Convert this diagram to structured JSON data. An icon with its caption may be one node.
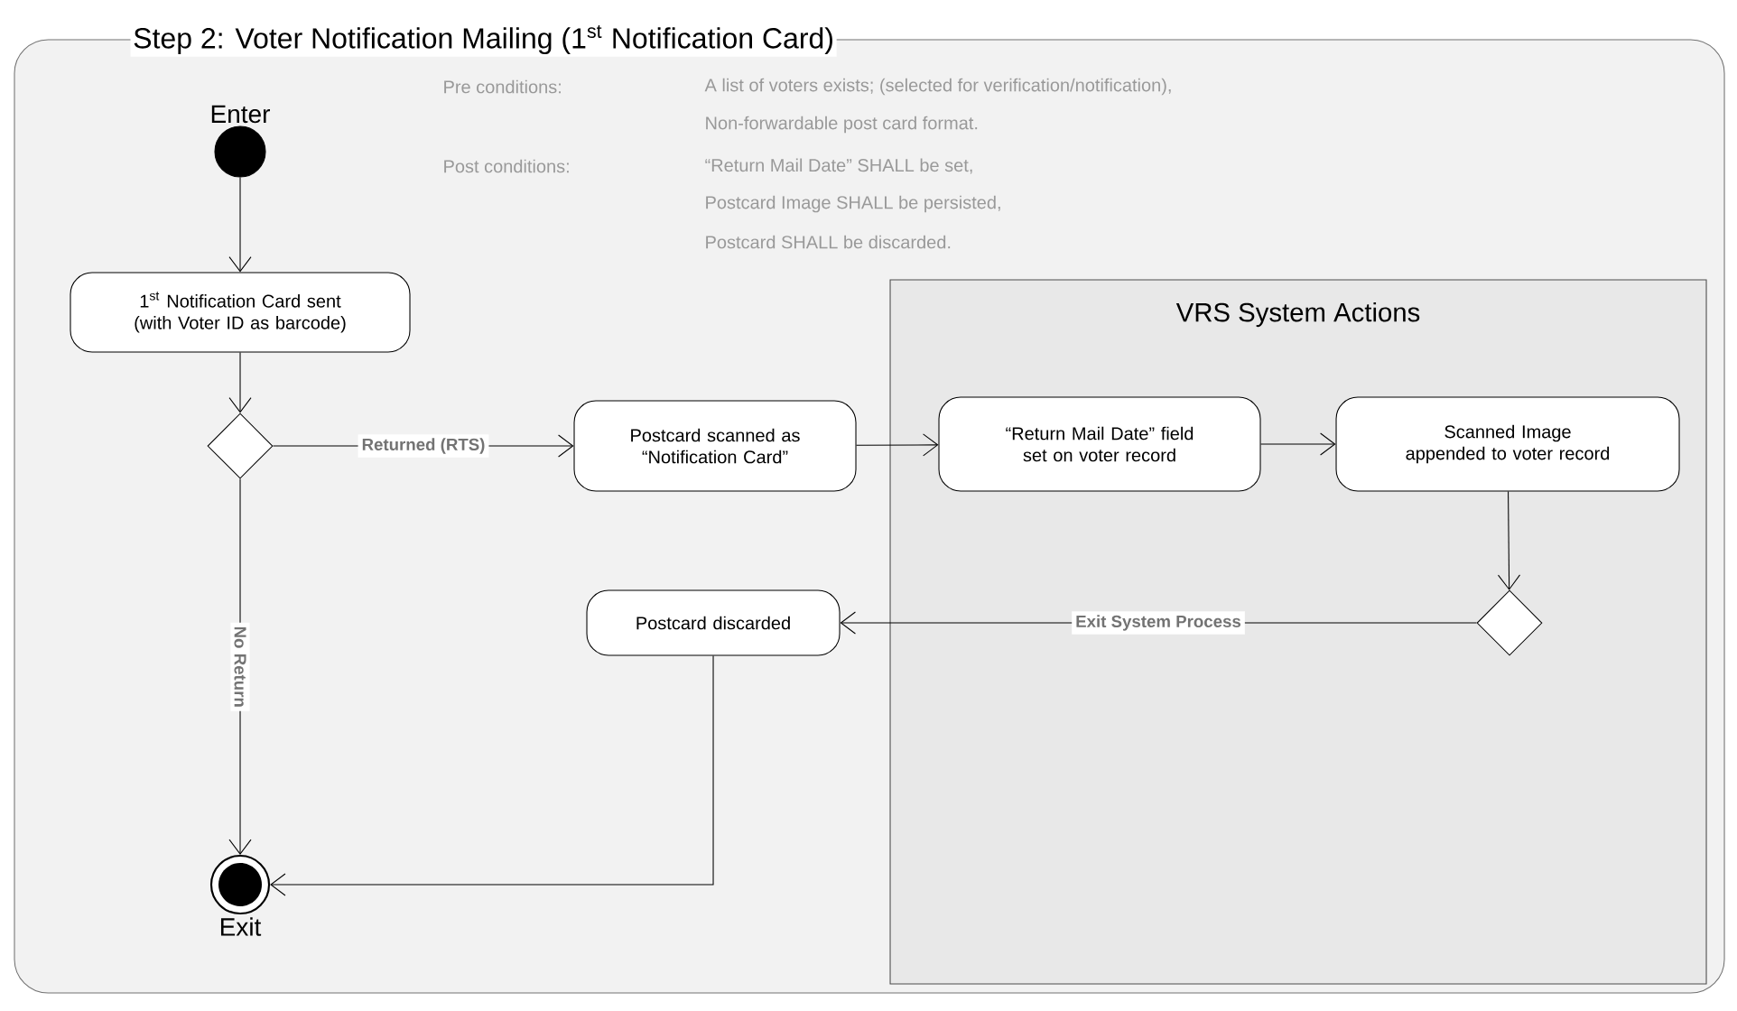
{
  "diagram": {
    "title": "Step 2:  Voter Notification Mailing (1$^{st}$ Notification Card)",
    "nodes": [
      {
        "text": [
          "Enter"
        ]
      },
      {
        "text": [
          "1$^{st}$ Notification Card sent (with Voter ID as barcode)"
        ]
      },
      {
        "text": [],
        "shape": "diamond"
      },
      {
        "text": [
          "Postcard scanned as “Notification Card”"
        ]
      },
      {
        "text": [
          "VRS System Actions"
        ]
      },
      {
        "text": [
          "“Return Mail Date” field set on voter record"
        ],
        "in": 4
      },
      {
        "text": [
          "Scanned Image appended to voter record"
        ],
        "in": 4
      },
      {
        "text": [],
        "shape": "diamond",
        "in": 4
      },
      {
        "text": [
          "Postcard discarded"
        ]
      },
      {
        "text": [
          "Exit"
        ]
      }
    ],
    "edges": [
      {
        "from": 0,
        "to": 1,
        "arrow": "to"
      },
      {
        "from": 1,
        "to": 2,
        "arrow": "to"
      },
      {
        "from": 2,
        "to": 3,
        "arrow": "to",
        "label": "Returned (RTS)"
      },
      {
        "from": 3,
        "to": 5,
        "arrow": "to"
      },
      {
        "from": 5,
        "to": 6,
        "arrow": "to"
      },
      {
        "from": 6,
        "to": 7,
        "arrow": "to"
      },
      {
        "from": 7,
        "to": 8,
        "arrow": "to",
        "label": "Exit System Process"
      },
      {
        "from": 2,
        "to": 9,
        "arrow": "to",
        "label": "No Return"
      },
      {
        "from": 8,
        "to": 9,
        "arrow": "to"
      }
    ],
    "labels": [
      "Pre conditions:",
      "A list of voters exists; (selected for verification/notification),",
      "Non-forwardable post card format.",
      "Post conditions:",
      "“Return Mail Date” SHALL be set,",
      "Postcard Image SHALL be persisted,",
      "Postcard SHALL be discarded."
    ]
  }
}
